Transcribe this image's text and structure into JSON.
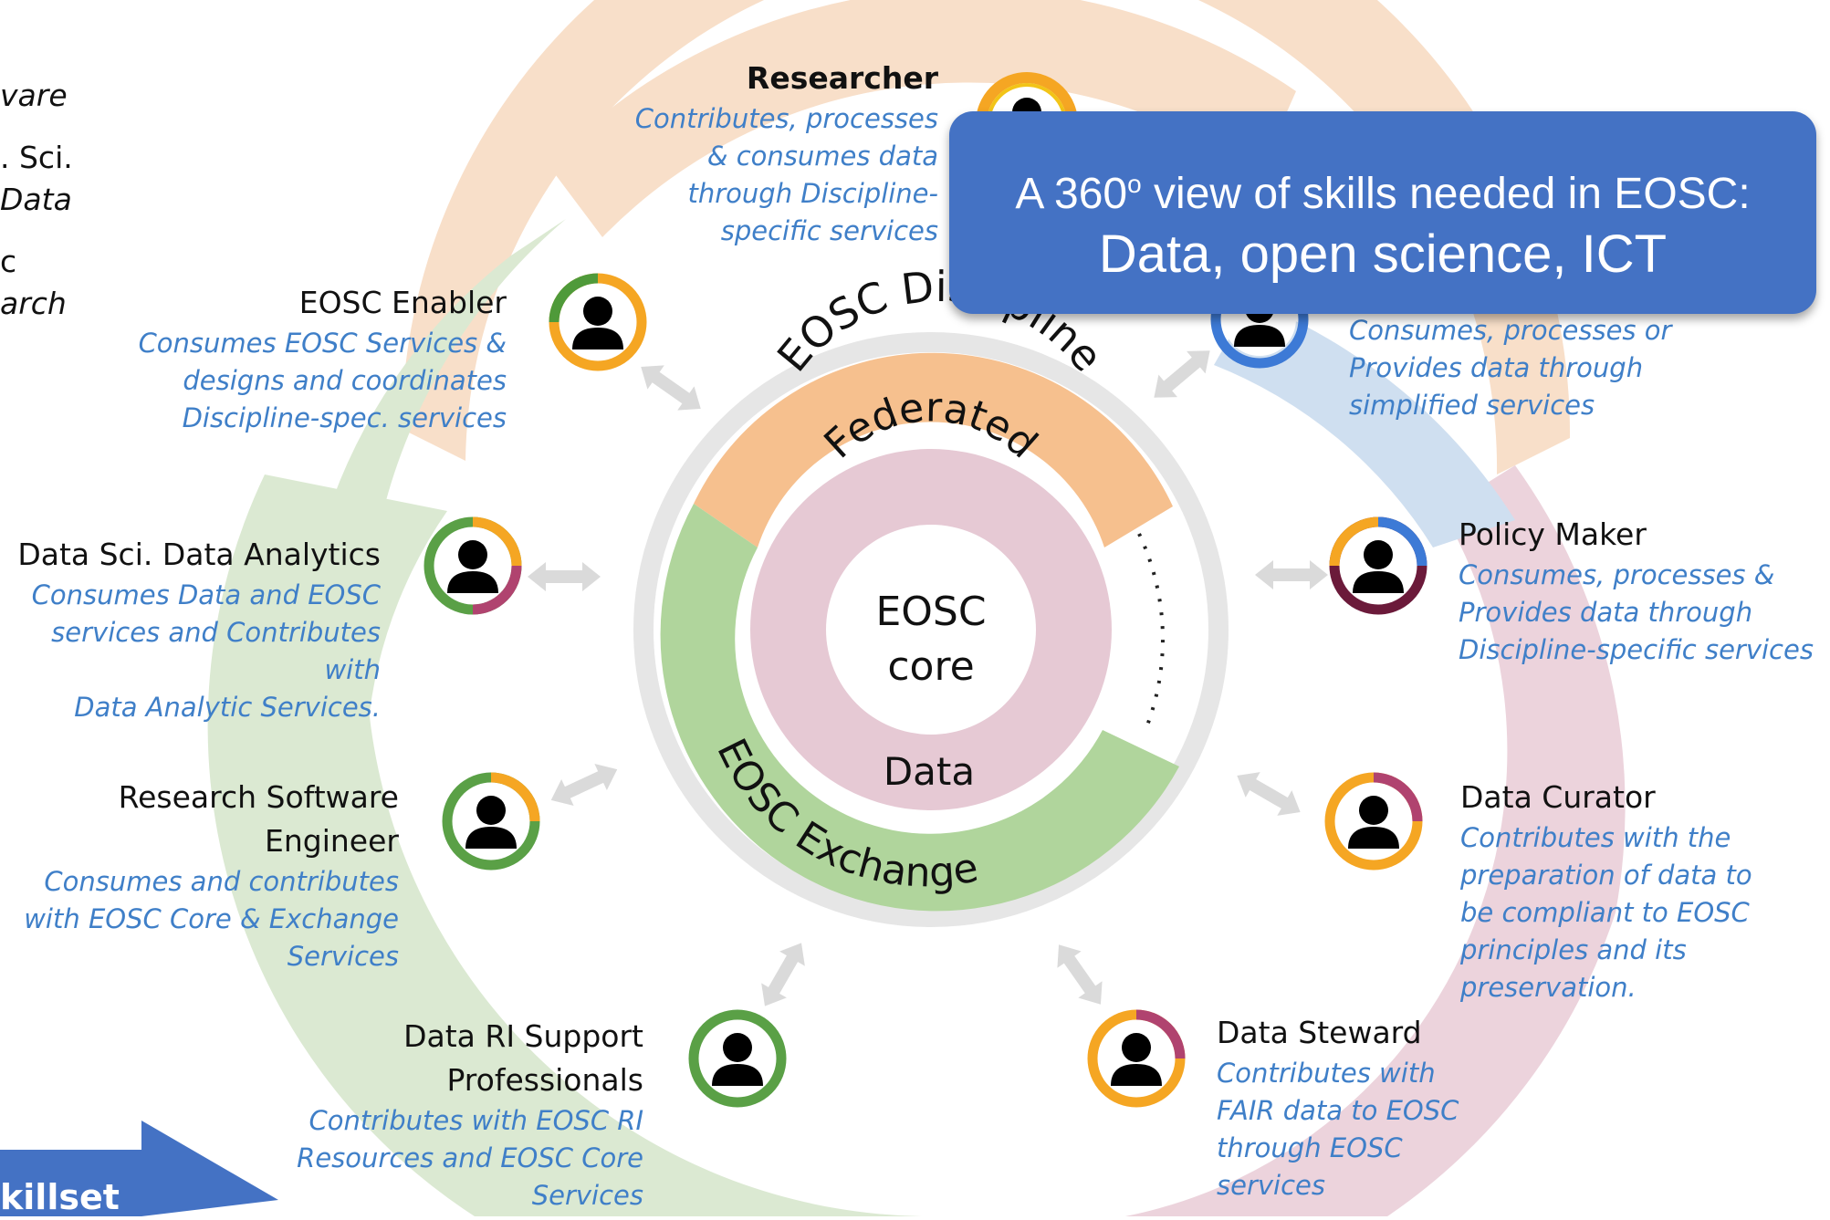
{
  "callout": {
    "line1": "A 360",
    "line1_sup": "o",
    "line1_rest": " view of skills needed in EOSC:",
    "line2": "Data, open science, ICT",
    "color": "#4472c4"
  },
  "core": {
    "ring_outer": "EOSC Discipline",
    "ring_federated": "Federated",
    "center_line1": "EOSC",
    "center_line2": "core",
    "ring_data": "Data",
    "ring_exchange": "EOSC Exchange"
  },
  "roles": [
    {
      "id": "researcher",
      "name": "Researcher",
      "desc": [
        "Contributes, processes",
        "& consumes  data",
        "through Discipline-",
        "specific services"
      ]
    },
    {
      "id": "eosc-enabler",
      "name": "EOSC Enabler",
      "desc": [
        "Consumes EOSC Services &",
        "designs and coordinates",
        "Discipline-spec. services"
      ]
    },
    {
      "id": "citizen",
      "name": "",
      "desc": [
        "Consumes, processes or",
        "Provides data through",
        "simplified services"
      ]
    },
    {
      "id": "data-sci",
      "name": "Data Sci. Data Analytics",
      "desc": [
        "Consumes Data and EOSC",
        "services and Contributes with",
        "Data Analytic Services."
      ]
    },
    {
      "id": "policy-maker",
      "name": "Policy Maker",
      "desc": [
        "Consumes, processes &",
        "Provides data through",
        "Discipline-specific services"
      ]
    },
    {
      "id": "research-software-engineer",
      "name": [
        "Research Software",
        "Engineer"
      ],
      "desc": [
        "Consumes and contributes",
        "with EOSC Core & Exchange",
        "Services"
      ]
    },
    {
      "id": "data-curator",
      "name": "Data Curator",
      "desc": [
        "Contributes with the",
        "preparation of data to",
        "be compliant to EOSC",
        "principles and its",
        "preservation."
      ]
    },
    {
      "id": "data-ri-support",
      "name": [
        "Data RI Support",
        "Professionals"
      ],
      "desc": [
        "Contributes with EOSC RI",
        "Resources and EOSC Core",
        "Services"
      ]
    },
    {
      "id": "data-steward",
      "name": "Data Steward",
      "desc": [
        "Contributes with",
        "FAIR data to EOSC",
        "through EOSC",
        "services"
      ]
    }
  ],
  "left_edge": [
    "vare",
    ". Sci.",
    "Data",
    "c",
    "arch"
  ],
  "skillset_label": "killset",
  "colors": {
    "orange_band": "#f8dfc9",
    "green_band": "#dbe9d2",
    "pink_band": "#ecd3dc",
    "blue_band": "#cfdff0",
    "discipline": "#f6c08e",
    "exchange": "#b0d59c",
    "federated": "#e6c9d4",
    "grey_ring": "#e6e6e6",
    "desc_text": "#3f7fc8",
    "arrow_blue": "#4472c4"
  },
  "icons": {
    "person": "person-silhouette-icon",
    "arrow": "double-arrow-icon"
  }
}
